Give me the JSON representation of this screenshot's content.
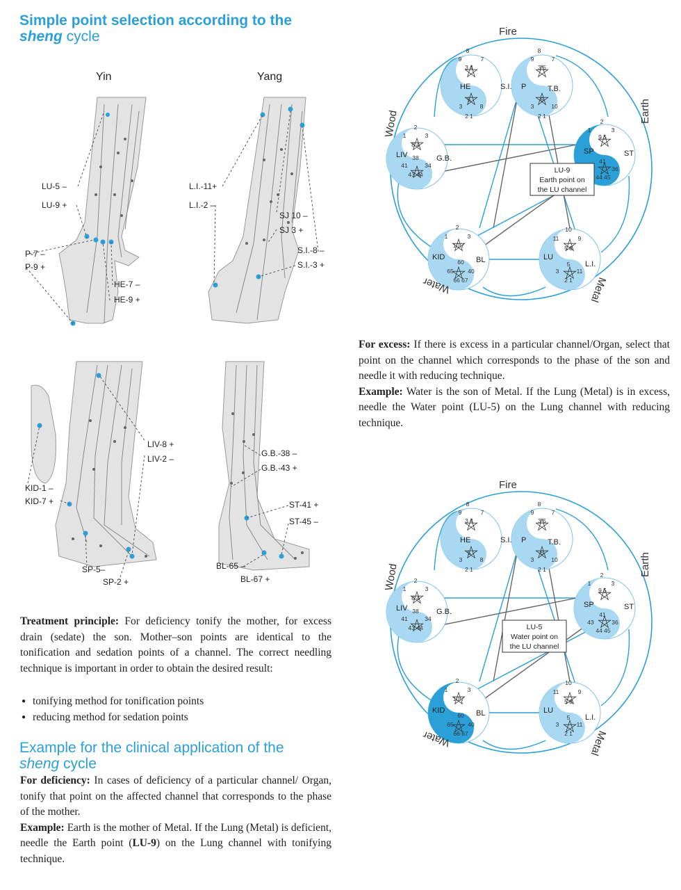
{
  "heading_top": {
    "line1": "Simple point selection according to the",
    "line2_italic": "sheng",
    "line2_rest": " cycle"
  },
  "figures": {
    "arm_yin": {
      "title": "Yin",
      "labels": [
        "LU-5 –",
        "LU-9 +",
        "P-7 –",
        "P-9 +",
        "HE-7 –",
        "HE-9 +"
      ]
    },
    "arm_yang": {
      "title": "Yang",
      "labels": [
        "L.I.-11+",
        "L.I.-2 –",
        "SJ 10 –",
        "SJ 3 +",
        "S.I.-8 –",
        "S.I.-3 +"
      ]
    },
    "leg_yin": {
      "labels": [
        "LIV-8 +",
        "LIV-2 –",
        "KID-1 –",
        "KID-7 +",
        "SP-5–",
        "SP-2 +"
      ]
    },
    "leg_yang": {
      "labels": [
        "G.B.-38 –",
        "G.B.-43 +",
        "ST-41 +",
        "ST-45 –",
        "BL-65 –",
        "BL-67 +"
      ]
    }
  },
  "cycles": {
    "phases": {
      "fire": "Fire",
      "earth": "Earth",
      "metal": "Metal",
      "water": "Water",
      "wood": "Wood"
    },
    "organs": {
      "he": "HE",
      "si": "S.I.",
      "p": "P",
      "tb": "T.B.",
      "sp": "SP",
      "st": "ST",
      "lu": "LU",
      "li": "L.I.",
      "kid": "KID",
      "bl": "BL",
      "liv": "LIV",
      "gb": "G.B."
    },
    "top_box": [
      "LU-9",
      "Earth point on",
      "the LU channel"
    ],
    "bottom_box": [
      "LU-5",
      "Water point on",
      "the LU channel"
    ]
  },
  "excess": {
    "label": "For excess:",
    "text": " If there is excess in a particular channel/Organ, select that point on the channel which corresponds to the phase of the son and needle it with reducing technique.",
    "example_label": "Example:",
    "example_text": " Water is the son of Metal. If the Lung (Metal) is in excess, needle the Water point (LU-5) on the Lung channel with reducing technique."
  },
  "treatment": {
    "label": "Treatment principle:",
    "text": " For deficiency tonify the mother, for excess drain (sedate) the son. Mother–son points are identical to the tonification and sedation points of a channel. The correct needling technique is important in order to obtain the desired result:",
    "bullets": [
      "tonifying method for tonification points",
      "reducing method for sedation points"
    ]
  },
  "heading_clinical": {
    "line1": "Example for the clinical application of the",
    "line2_italic": "sheng",
    "line2_rest": " cycle"
  },
  "deficiency": {
    "label": "For deficiency:",
    "text": " In cases of deficiency of a particular channel/ Organ, tonify that point on the affected channel that corresponds to the phase of the mother.",
    "example_label": "Example:",
    "example_text_1": " Earth is the mother of Metal. If the Lung (Metal) is deficient, needle the Earth point (",
    "example_bold": "LU-9",
    "example_text_2": ") on the Lung channel with tonifying technique."
  },
  "colors": {
    "accent": "#2a9fd8",
    "light_blue": "#a9d8f2",
    "dark_blue": "#2a9fd8",
    "skin": "#e3e3e3"
  }
}
